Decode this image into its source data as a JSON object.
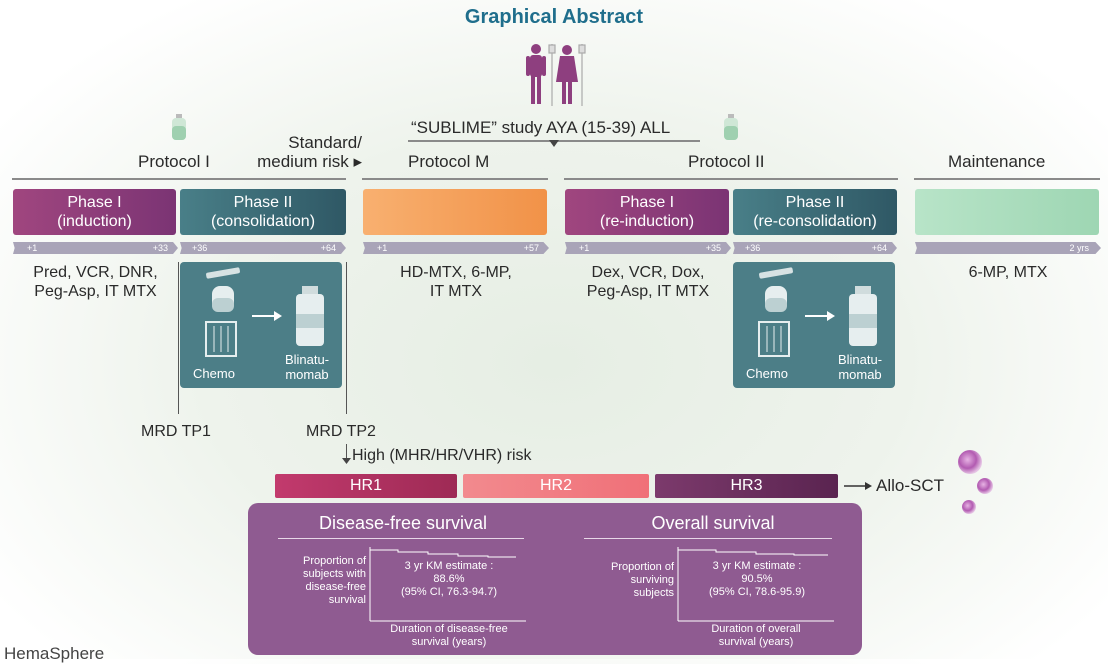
{
  "title": "Graphical Abstract",
  "study_label": "“SUBLIME” study AYA (15-39) ALL",
  "headers": {
    "protocol1": "Protocol I",
    "risk": "Standard/\nmedium risk ▸",
    "protocolM": "Protocol M",
    "protocol2": "Protocol II",
    "maintenance": "Maintenance"
  },
  "boxes": {
    "p1_phase1": "Phase I\n(induction)",
    "p1_phase2": "Phase II\n(consolidation)",
    "p2_phase1": "Phase I\n(re-induction)",
    "p2_phase2": "Phase II\n(re-consolidation)"
  },
  "days": {
    "a1": "+1",
    "a2": "+33",
    "b1": "+36",
    "b2": "+64",
    "m1": "+1",
    "m2": "+57",
    "c1": "+1",
    "c2": "+35",
    "d1": "+36",
    "d2": "+64",
    "mt": "2 yrs"
  },
  "drugs": {
    "p1": "Pred, VCR, DNR,\nPeg-Asp, IT MTX",
    "pm": "HD-MTX, 6-MP,\nIT MTX",
    "p2": "Dex, VCR, Dox,\nPeg-Asp, IT MTX",
    "mt": "6-MP, MTX"
  },
  "blina": {
    "chemo": "Chemo",
    "blinatumomab": "Blinatu-\nmomab"
  },
  "mrd": {
    "tp1": "MRD TP1",
    "tp2": "MRD TP2"
  },
  "high_risk": "High (MHR/HR/VHR) risk",
  "hr": {
    "hr1": "HR1",
    "hr2": "HR2",
    "hr3": "HR3",
    "allo": "Allo-SCT"
  },
  "dfs": {
    "title": "Disease-free survival",
    "ylabel": "Proportion of\nsubjects with\ndisease-free\nsurvival",
    "estimate": "3 yr KM estimate :\n88.6%\n(95% CI, 76.3-94.7)",
    "xlabel": "Duration of disease-free\nsurvival (years)"
  },
  "os": {
    "title": "Overall survival",
    "ylabel": "Proportion of\nsurviving\nsubjects",
    "estimate": "3 yr KM estimate :\n90.5%\n(95% CI, 78.6-95.9)",
    "xlabel": "Duration of overall\nsurvival (years)"
  },
  "journal": "HemaSphere",
  "colors": {
    "phase1": "#8e3f7f",
    "phase2": "#3f6f7a",
    "protocolM": "#f4a05a",
    "maintenance": "#a9dcbc",
    "hr1": "#b0305f",
    "hr2": "#f07a80",
    "hr3": "#6e2c5e",
    "survival": "#8f5b91"
  }
}
